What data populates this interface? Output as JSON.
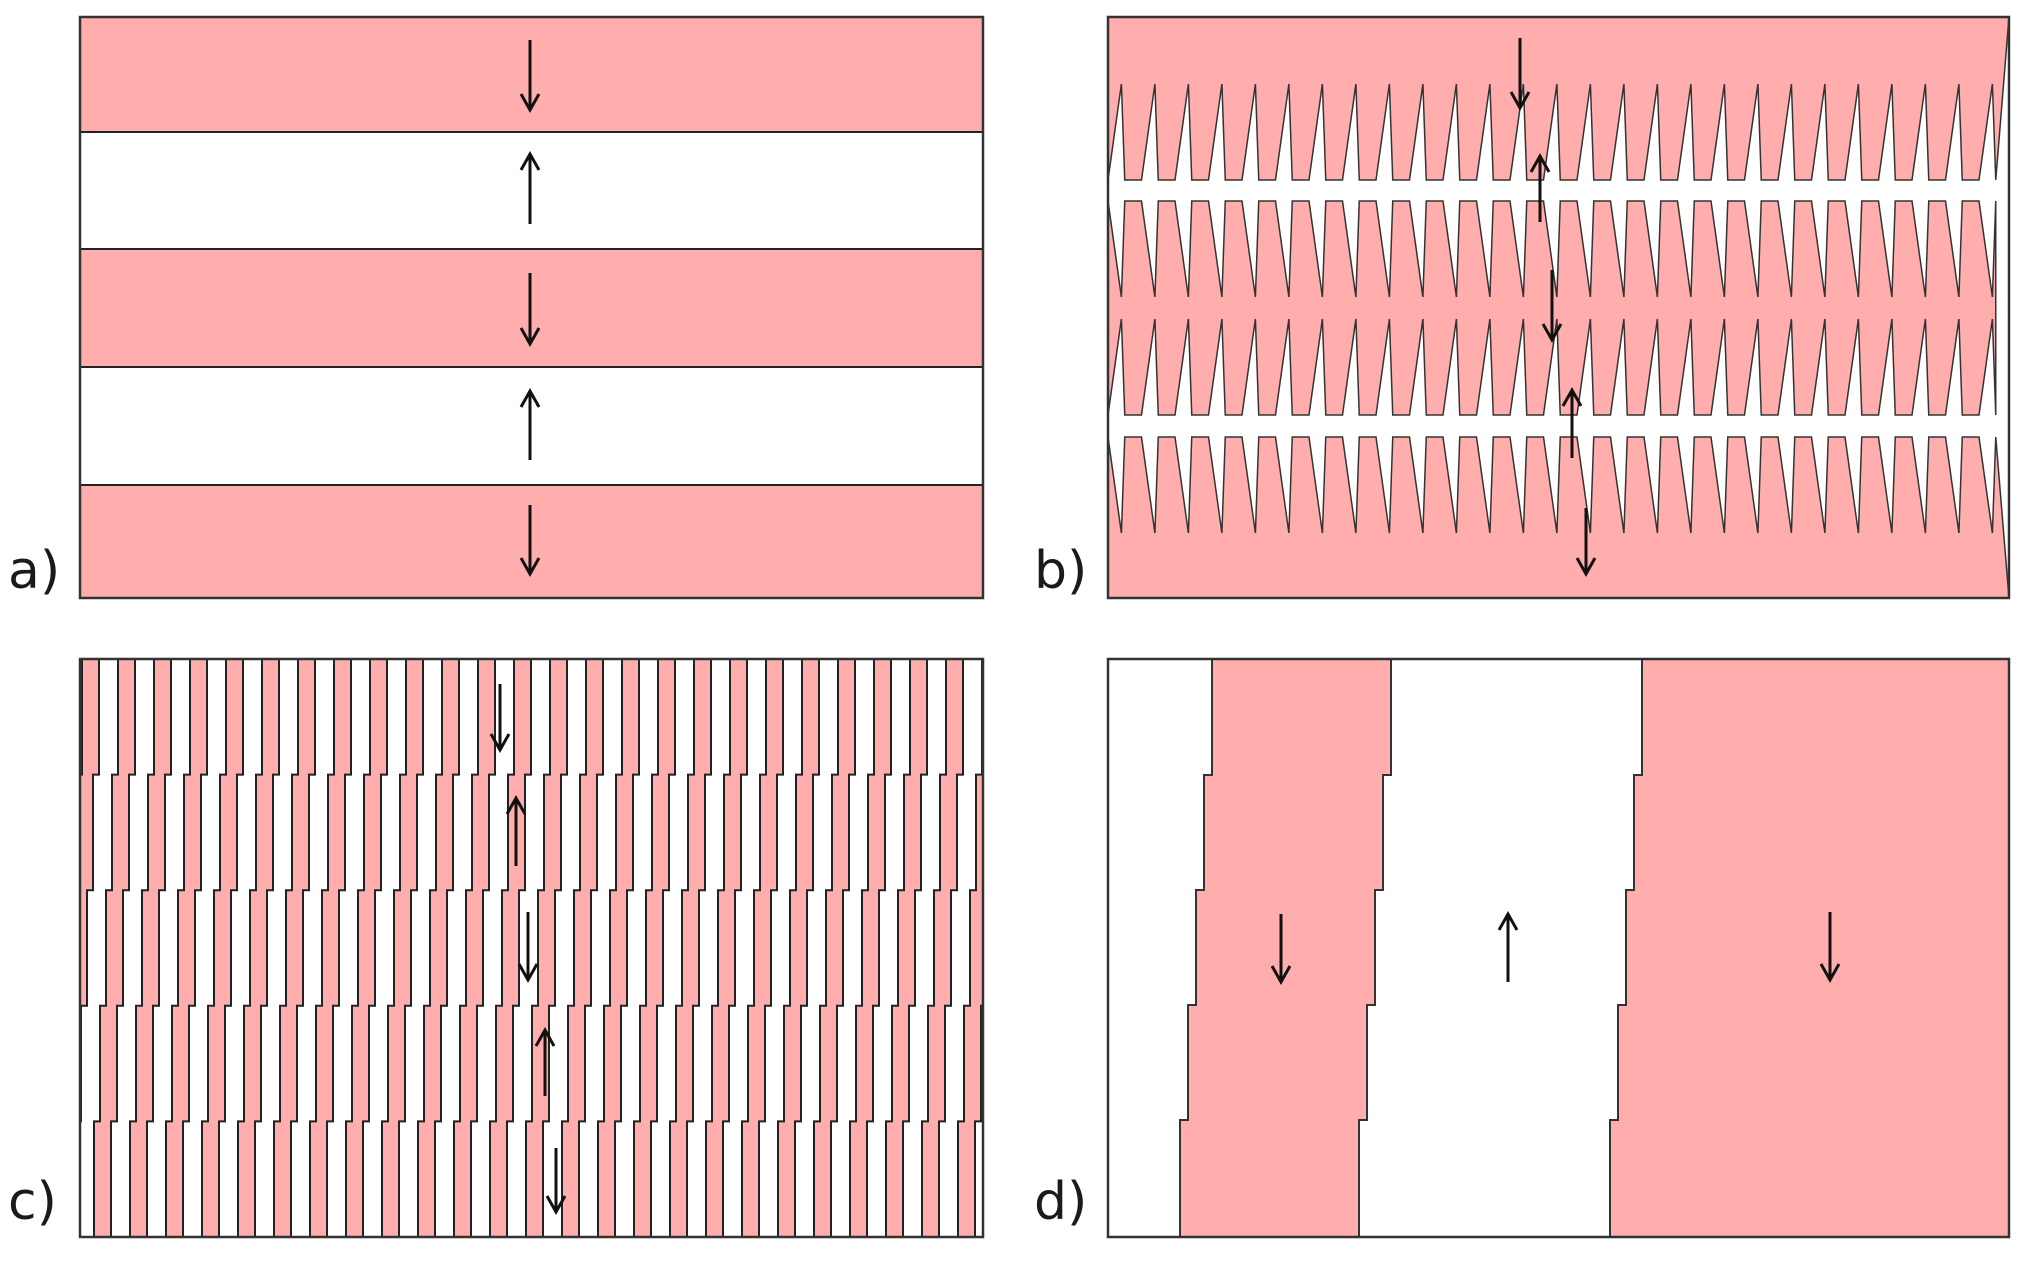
{
  "colors": {
    "domain_pink": "#ffadad",
    "domain_white": "#ffffff",
    "outline": "#333333",
    "arrow": "#111111"
  },
  "panels": [
    {
      "label": "a)",
      "description_kind": "horizontal-stripes-flat-walls",
      "domains": [
        "down",
        "up",
        "down",
        "up",
        "down"
      ]
    },
    {
      "label": "b)",
      "description_kind": "horizontal-stripes-zigzag-walls",
      "domains": [
        "down",
        "up",
        "down",
        "up",
        "down"
      ]
    },
    {
      "label": "c)",
      "description_kind": "many-narrow-vertical-stripes",
      "domains": [
        "down",
        "up",
        "down",
        "up",
        "down"
      ]
    },
    {
      "label": "d)",
      "description_kind": "few-wide-vertical-stripes",
      "domains": [
        "down",
        "up",
        "down"
      ]
    }
  ]
}
